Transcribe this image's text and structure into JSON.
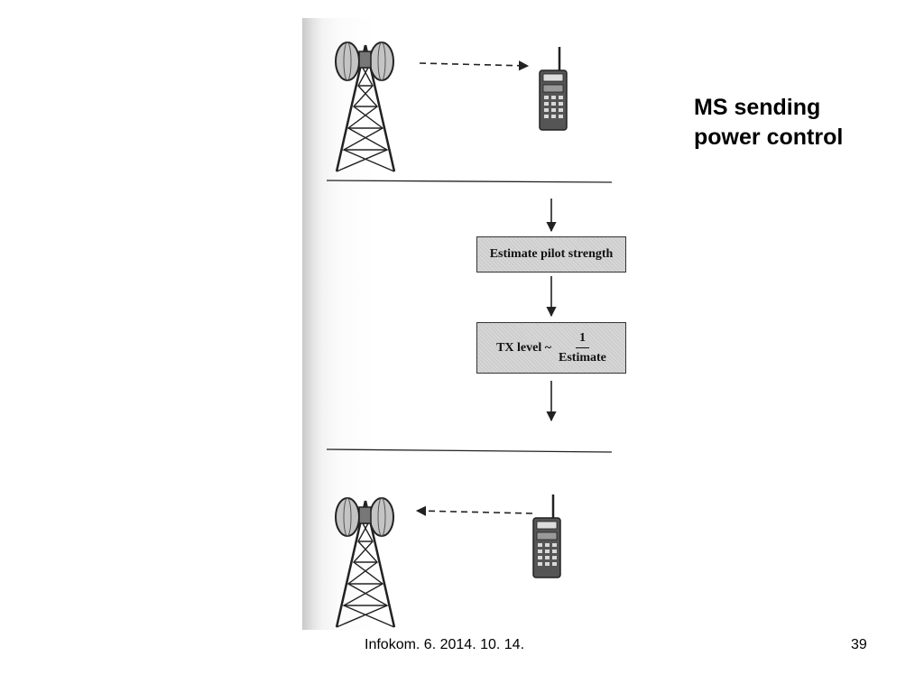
{
  "slide": {
    "title_lines": [
      "MS sending",
      "power control"
    ],
    "footer": "Infokom. 6. 2014. 10. 14.",
    "page_number": "39"
  },
  "diagram": {
    "box_pilot": "Estimate pilot strength",
    "box_tx_label": "TX level ~",
    "box_tx_numerator": "1",
    "box_tx_denominator": "Estimate",
    "icons": [
      "cell-tower-icon",
      "mobile-phone-icon"
    ],
    "colors": {
      "box_fill": "#d6d6d6",
      "line": "#222222",
      "dish": "#bdbdbd"
    }
  }
}
